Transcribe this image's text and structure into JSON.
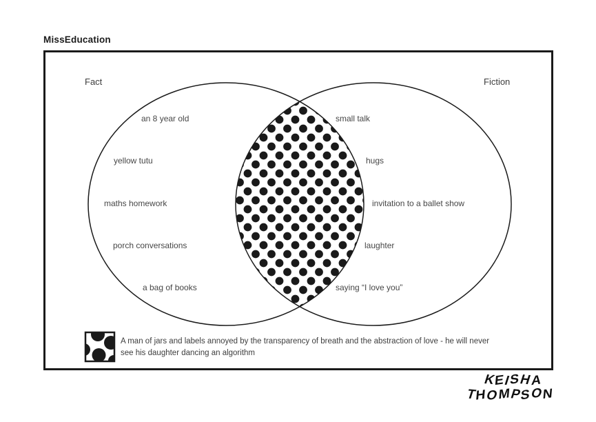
{
  "title": "MissEducation",
  "venn": {
    "left": {
      "label": "Fact",
      "items": [
        "an 8 year old",
        "yellow tutu",
        "maths homework",
        "porch conversations",
        "a bag of books"
      ]
    },
    "right": {
      "label": "Fiction",
      "items": [
        "small talk",
        "hugs",
        "invitation to a ballet show",
        "laughter",
        "saying “I love you”"
      ]
    },
    "intersection": {
      "pattern": "polka-dots"
    }
  },
  "legend": {
    "swatch": "polka-dot-swatch",
    "lines": [
      "A man of jars and labels annoyed by the transparency of breath and the abstraction of love - he will never",
      "see his daughter dancing an algorithm"
    ]
  },
  "signature": {
    "lines": [
      "KEISHA",
      "THOMPSON"
    ]
  },
  "colors": {
    "ink": "#1a1a1a",
    "label_text": "#464646",
    "background": "#ffffff"
  }
}
